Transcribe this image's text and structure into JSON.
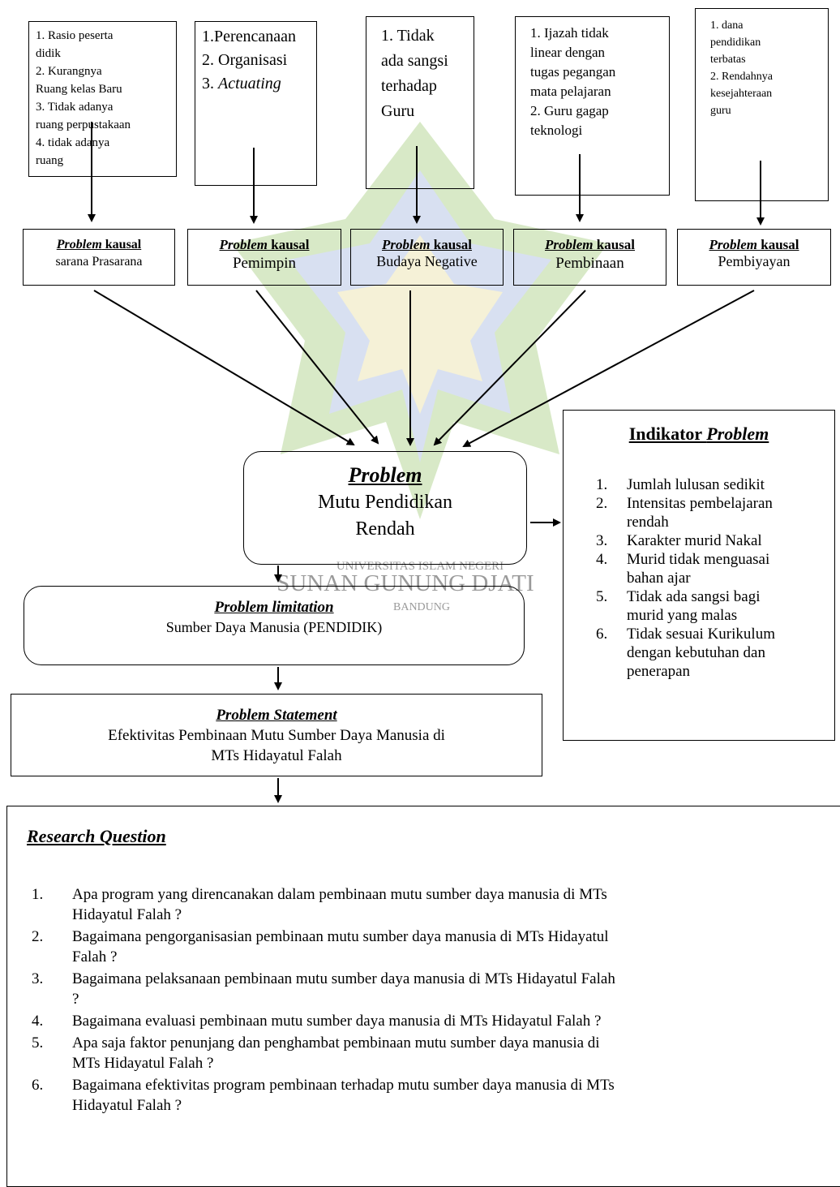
{
  "sources": [
    {
      "lines": [
        "1. Rasio peserta",
        "didik",
        "2. Kurangnya",
        "Ruang kelas Baru",
        "3. Tidak adanya",
        "ruang perpustakaan",
        "4. tidak adanya",
        "ruang"
      ]
    },
    {
      "lines": [
        "1.Perencanaan",
        "2. Organisasi"
      ],
      "line3_num": "3. ",
      "line3_italic": "Actuating"
    },
    {
      "lines": [
        "1. Tidak",
        "ada sangsi",
        "terhadap",
        "Guru"
      ]
    },
    {
      "lines": [
        "1. Ijazah tidak",
        "linear dengan",
        "tugas pegangan",
        "mata pelajaran",
        "2. Guru gagap",
        "teknologi"
      ]
    },
    {
      "lines": [
        "1.  dana",
        "pendidikan",
        "terbatas",
        "2.  Rendahnya",
        "kesejahteraan",
        "guru"
      ]
    }
  ],
  "causes": [
    {
      "prefix": "Problem",
      "suffix": " kausal",
      "sub": "sarana Prasarana"
    },
    {
      "prefix": "Problem",
      "suffix": " kausal",
      "sub": "Pemimpin"
    },
    {
      "prefix": "Problem",
      "suffix": " kausal",
      "sub": "Budaya Negative"
    },
    {
      "prefix": "Problem",
      "suffix": " kausal",
      "sub": "Pembinaan"
    },
    {
      "prefix": "Problem",
      "suffix": " kausal",
      "sub": "Pembiyayan"
    }
  ],
  "problem": {
    "title": "Problem",
    "line1": "Mutu Pendidikan",
    "line2": "Rendah"
  },
  "indicator": {
    "title_a": "Indikator ",
    "title_b": "Problem",
    "items": [
      {
        "num": "1.",
        "lines": [
          "Jumlah lulusan sedikit"
        ]
      },
      {
        "num": "2.",
        "lines": [
          "Intensitas pembelajaran",
          "rendah"
        ]
      },
      {
        "num": "3.",
        "lines": [
          "Karakter murid Nakal"
        ]
      },
      {
        "num": "4.",
        "lines": [
          "Murid tidak menguasai",
          "bahan ajar"
        ]
      },
      {
        "num": "5.",
        "lines": [
          "Tidak ada sangsi bagi",
          "murid yang malas"
        ]
      },
      {
        "num": "6.",
        "lines": [
          "Tidak sesuai Kurikulum",
          "dengan kebutuhan dan",
          "penerapan"
        ]
      }
    ]
  },
  "limitation": {
    "title": "Problem limitation",
    "text": "Sumber Daya  Manusia (PENDIDIK)"
  },
  "statement": {
    "title": "Problem Statement",
    "line1": "Efektivitas Pembinaan Mutu Sumber Daya Manusia di",
    "line2": "MTs Hidayatul Falah"
  },
  "research": {
    "title": "Research Question",
    "items": [
      {
        "num": "1.",
        "lines": [
          "Apa program yang direncanakan dalam pembinaan  mutu sumber daya manusia di MTs",
          "Hidayatul Falah ?"
        ]
      },
      {
        "num": "2.",
        "lines": [
          "Bagaimana pengorganisasian pembinaan  mutu sumber daya manusia di MTs Hidayatul",
          "Falah ?"
        ]
      },
      {
        "num": "3.",
        "lines": [
          "Bagaimana pelaksanaan pembinaan mutu sumber daya manusia di MTs Hidayatul Falah",
          "?"
        ]
      },
      {
        "num": "4.",
        "lines": [
          "Bagaimana evaluasi pembinaan mutu sumber daya manusia di MTs Hidayatul Falah ?"
        ]
      },
      {
        "num": "5.",
        "lines": [
          "Apa saja faktor penunjang dan penghambat pembinaan mutu sumber daya manusia di",
          "MTs Hidayatul Falah ?"
        ]
      },
      {
        "num": "6.",
        "lines": [
          "Bagaimana efektivitas program pembinaan terhadap mutu sumber daya manusia di MTs",
          "Hidayatul Falah ?"
        ]
      }
    ]
  },
  "watermark": {
    "line1": "UNIVERSITAS ISLAM NEGERI",
    "line2": "SUNAN GUNUNG DJATI",
    "line3": "BANDUNG"
  },
  "colors": {
    "wm_green": "#b9d89a",
    "wm_blue": "#b9c8e6",
    "wm_yellow": "#eee7b8",
    "wm_text": "#9a9a9a"
  }
}
